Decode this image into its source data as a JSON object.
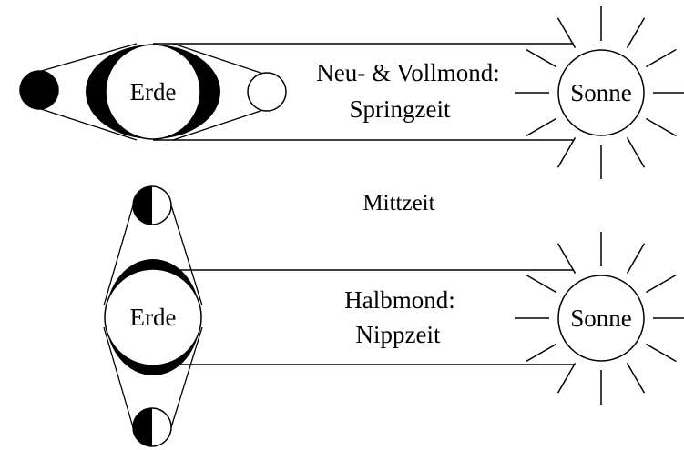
{
  "top_diagram": {
    "earth_label": "Erde",
    "sun_label": "Sonne",
    "caption_line1": "Neu- & Vollmond:",
    "caption_line2": "Springzeit"
  },
  "middle_caption": "Mittzeit",
  "bottom_diagram": {
    "earth_label": "Erde",
    "sun_label": "Sonne",
    "caption_line1": "Halbmond:",
    "caption_line2": "Nippzeit"
  },
  "colors": {
    "stroke": "#000000",
    "fill_dark": "#000000",
    "fill_light": "#ffffff"
  }
}
